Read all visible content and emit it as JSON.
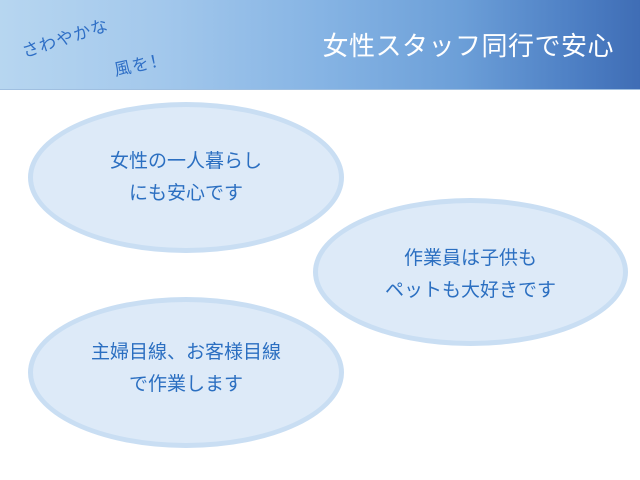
{
  "header": {
    "tagline_line1": "さわやかな",
    "tagline_line2": "風を！",
    "title": "女性スタッフ同行で安心"
  },
  "bubbles": [
    {
      "line1": "女性の一人暮らし",
      "line2": "にも安心です"
    },
    {
      "line1": "作業員は子供も",
      "line2": "ペットも大好きです"
    },
    {
      "line1": "主婦目線、お客様目線",
      "line2": "で作業します"
    }
  ],
  "colors": {
    "header_gradient_start": "#b7d6f0",
    "header_gradient_end": "#3f6db5",
    "title_text": "#ffffff",
    "tagline_text": "#2f6fc6",
    "bubble_fill": "#ddeaf8",
    "bubble_border": "#c9def3",
    "bubble_text": "#2b6fc1"
  }
}
